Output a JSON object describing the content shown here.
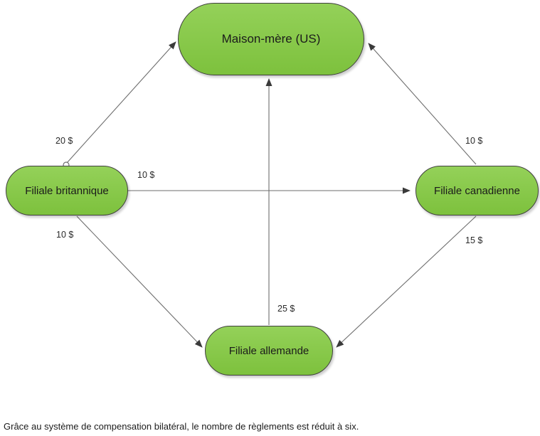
{
  "diagram": {
    "nodes": [
      {
        "id": "maison-mere",
        "label": "Maison-mère (US)"
      },
      {
        "id": "filiale-britannique",
        "label": "Filiale britannique"
      },
      {
        "id": "filiale-canadienne",
        "label": "Filiale canadienne"
      },
      {
        "id": "filiale-allemande",
        "label": "Filiale allemande"
      }
    ],
    "edges": [
      {
        "from": "Filiale britannique",
        "to": "Maison-mère (US)",
        "amount": "20 $"
      },
      {
        "from": "Filiale britannique",
        "to": "Filiale canadienne",
        "amount": "10 $"
      },
      {
        "from": "Filiale britannique",
        "to": "Filiale allemande",
        "amount": "10 $"
      },
      {
        "from": "Filiale canadienne",
        "to": "Maison-mère (US)",
        "amount": "10 $"
      },
      {
        "from": "Filiale canadienne",
        "to": "Filiale allemande",
        "amount": "15 $"
      },
      {
        "from": "Filiale allemande",
        "to": "Maison-mère (US)",
        "amount": "25 $"
      }
    ],
    "caption": "Grâce au système de compensation bilatéral, le nombre de règlements est réduit à six.",
    "colors": {
      "node_fill_top": "#94d159",
      "node_fill_bottom": "#7dc13d",
      "node_border": "#3f3f3f",
      "edge_line": "#6e6e6e",
      "arrowhead": "#3a3a3a",
      "text": "#1b1b1b"
    }
  }
}
